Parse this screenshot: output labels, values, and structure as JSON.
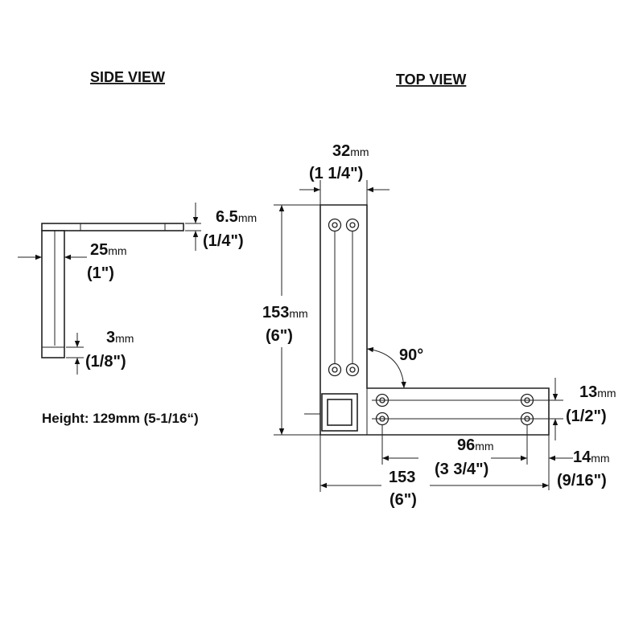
{
  "titles": {
    "side_view": "SIDE VIEW",
    "top_view": "TOP VIEW"
  },
  "side_view": {
    "thickness": {
      "value": "6.5",
      "unit": "mm",
      "inch": "(1/4\")"
    },
    "leg_width": {
      "value": "25",
      "unit": "mm",
      "inch": "(1\")"
    },
    "lip": {
      "value": "3",
      "unit": "mm",
      "inch": "(1/8\")"
    },
    "height_note": "Height: 129mm (5-1/16“)"
  },
  "top_view": {
    "arm_width": {
      "value": "32",
      "unit": "mm",
      "inch": "(1 1/4\")"
    },
    "length_vertical": {
      "value": "153",
      "unit": "mm",
      "inch": "(6\")"
    },
    "angle": "90°",
    "hole_spacing_v": {
      "value": "13",
      "unit": "mm",
      "inch": "(1/2\")"
    },
    "hole_spacing_h": {
      "value": "96",
      "unit": "mm",
      "inch": "(3 3/4\")"
    },
    "end_offset": {
      "value": "14",
      "unit": "mm",
      "inch": "(9/16\")"
    },
    "length_horizontal": {
      "value": "153",
      "inch": "(6\")"
    }
  }
}
